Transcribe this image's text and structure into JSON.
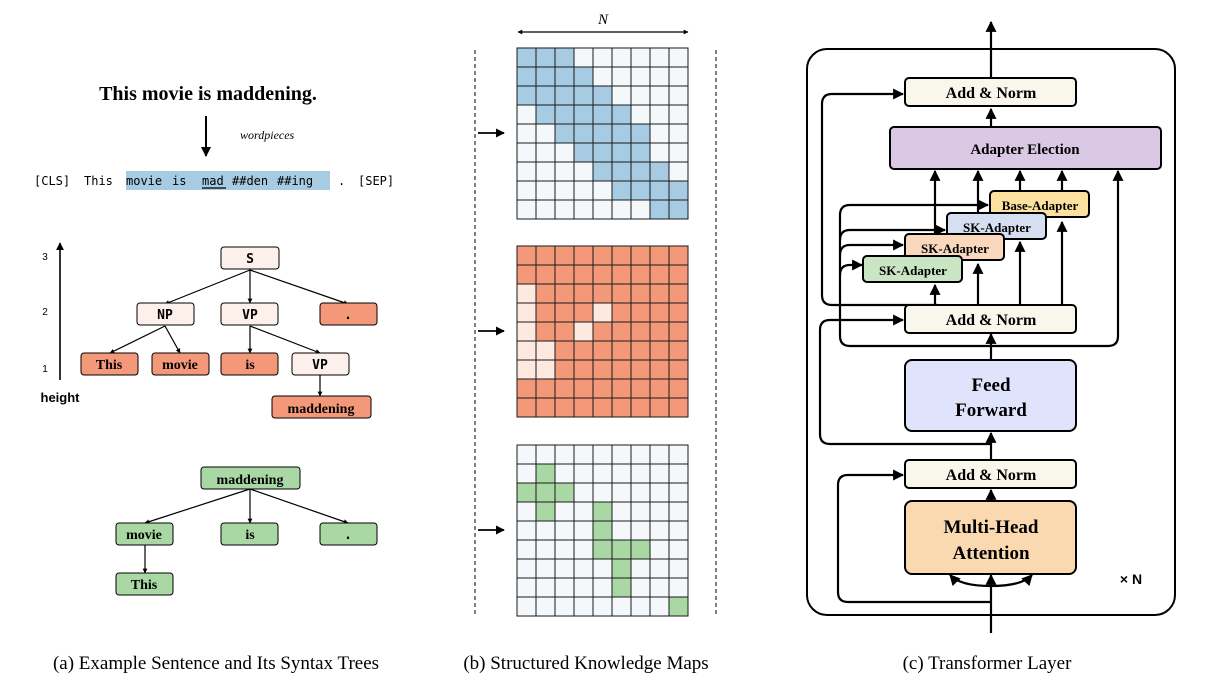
{
  "panel_a": {
    "sentence": "This movie is maddening.",
    "wordpieces_label": "wordpieces",
    "tokens": [
      "[CLS]",
      "This",
      "movie",
      "is",
      "mad",
      "##den",
      "##ing",
      ".",
      "[SEP]"
    ],
    "height_label": "height",
    "height_ticks": [
      "3",
      "2",
      "1"
    ],
    "const_tree": {
      "root": "S",
      "np": "NP",
      "vp": "VP",
      "punct": ".",
      "vp2": "VP",
      "w_this": "This",
      "w_movie": "movie",
      "w_is": "is",
      "w_maddening": "maddening"
    },
    "dep_tree": {
      "root": "maddening",
      "movie": "movie",
      "is": "is",
      "punct": ".",
      "this": "This"
    },
    "caption": "(a)  Example Sentence and Its Syntax Trees"
  },
  "panel_b": {
    "n_label": "N",
    "caption": "(b)  Structured Knowledge Maps",
    "colors": {
      "blue": "#a6cbe2",
      "orange": "#f4987a",
      "orange_light": "#fde9e0",
      "green": "#a9d8a4",
      "cell_bg": "#f4f8fb"
    },
    "blue_map": [
      "1,1,1,0,0,0,0,0,0",
      "1,1,1,1,0,0,0,0,0",
      "1,1,1,1,1,0,0,0,0",
      "0,1,1,1,1,1,0,0,0",
      "0,0,1,1,1,1,1,0,0",
      "0,0,0,1,1,1,1,0,0",
      "0,0,0,0,1,1,1,1,0",
      "0,0,0,0,0,1,1,1,1",
      "0,0,0,0,0,0,0,1,1"
    ],
    "orange_map": [
      "1,1,1,1,1,1,1,1,1",
      "1,1,1,1,1,1,1,1,1",
      "0,1,1,1,1,1,1,1,1",
      "0,1,1,1,0,1,1,1,1",
      "0,1,1,0,1,1,1,1,1",
      "0,0,1,1,1,1,1,1,1",
      "0,0,1,1,1,1,1,1,1",
      "1,1,1,1,1,1,1,1,1",
      "1,1,1,1,1,1,1,1,1"
    ],
    "green_map": [
      "0,0,0,0,0,0,0,0,0",
      "0,1,0,0,0,0,0,0,0",
      "1,1,1,0,0,0,0,0,0",
      "0,1,0,0,1,0,0,0,0",
      "0,0,0,0,1,0,0,0,0",
      "0,0,0,0,1,1,1,0,0",
      "0,0,0,0,0,1,0,0,0",
      "0,0,0,0,0,1,0,0,0",
      "0,0,0,0,0,0,0,0,1"
    ]
  },
  "panel_c": {
    "add_norm_top": "Add & Norm",
    "adapter_election": "Adapter Election",
    "base_adapter": "Base-Adapter",
    "sk_adapter_1": "SK-Adapter",
    "sk_adapter_2": "SK-Adapter",
    "sk_adapter_3": "SK-Adapter",
    "add_norm_mid": "Add & Norm",
    "feed_forward_1": "Feed",
    "feed_forward_2": "Forward",
    "add_norm_bottom": "Add & Norm",
    "mha_1": "Multi-Head",
    "mha_2": "Attention",
    "times_n": "× N",
    "caption": "(c)  Transformer Layer",
    "colors": {
      "add_norm": "#f9f6ec",
      "election": "#d9c9e4",
      "base": "#fbe0a0",
      "sk_blue": "#d5dff1",
      "sk_orange": "#fad8bd",
      "sk_green": "#c9e5c3",
      "feed_forward": "#dfe3fb",
      "mha": "#fbd9b0"
    }
  }
}
